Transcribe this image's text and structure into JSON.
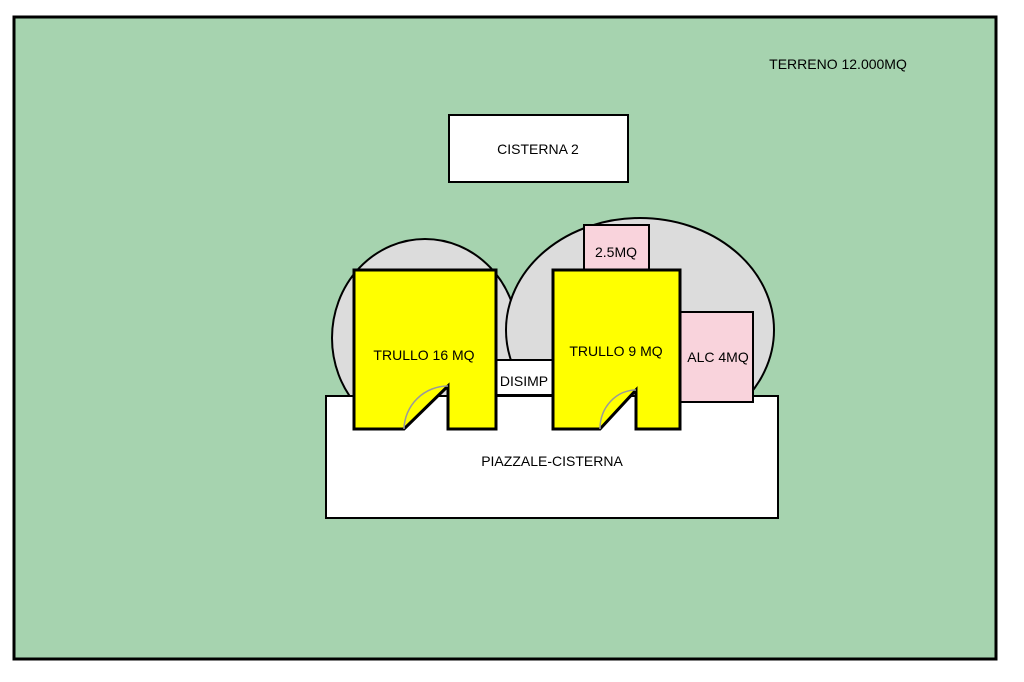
{
  "colors": {
    "terrain": "#a6d3af",
    "trullo": "#ffff00",
    "small_room": "#f9d3dc",
    "dome": "#dcdcdc",
    "white": "#ffffff",
    "stroke": "#000000",
    "door_arc": "#9a9a9a"
  },
  "terrain": {
    "label": "TERRENO 12.000MQ"
  },
  "cistern_2": {
    "label": "CISTERNA 2"
  },
  "trullo_16": {
    "label": "TRULLO 16 MQ"
  },
  "trullo_9": {
    "label": "TRULLO 9 MQ"
  },
  "room_2_5": {
    "label": "2.5MQ"
  },
  "alcove": {
    "label": "ALC 4MQ"
  },
  "hallway": {
    "label": "DISIMP"
  },
  "forecourt": {
    "label": "PIAZZALE-CISTERNA"
  }
}
